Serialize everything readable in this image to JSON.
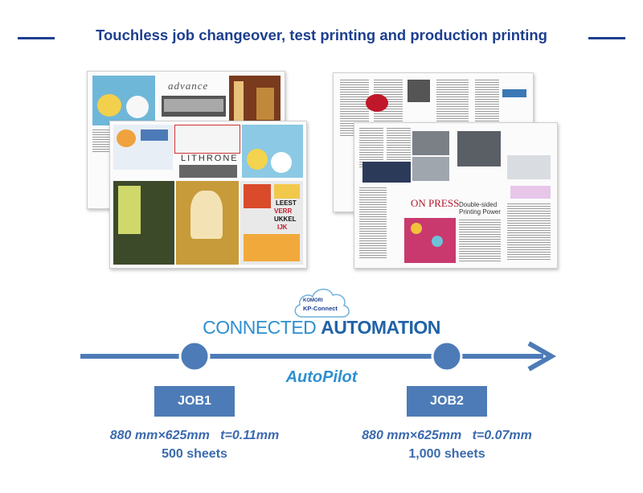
{
  "header": {
    "title": "Touchless job changeover, test printing and production printing"
  },
  "sheet_left_back": {
    "brand_word": "advance"
  },
  "sheet_left_front": {
    "brand_word": "LITHRONE",
    "poster_words": [
      "LEEST",
      "VERR",
      "UKKEL",
      "IJK"
    ]
  },
  "sheet_right_front": {
    "headline": "ON PRESS",
    "subhead_line1": "Double-sided",
    "subhead_line2": "Printing Power"
  },
  "cloud": {
    "brand": "KOMORI",
    "service": "KP-Connect"
  },
  "connected": {
    "part1": "CONNECTED ",
    "part2": "AUTOMATION"
  },
  "autopilot": "AutoPilot",
  "jobs": [
    {
      "label": "JOB1",
      "size": "880 mm×625mm",
      "thickness": "t=0.11mm",
      "quantity": "500 sheets"
    },
    {
      "label": "JOB2",
      "size": "880 mm×625mm",
      "thickness": "t=0.07mm",
      "quantity": "1,000 sheets"
    }
  ],
  "colors": {
    "title_blue": "#1d3f8f",
    "arrow_blue": "#4d7bb7",
    "accent_blue": "#2e8fcf"
  }
}
